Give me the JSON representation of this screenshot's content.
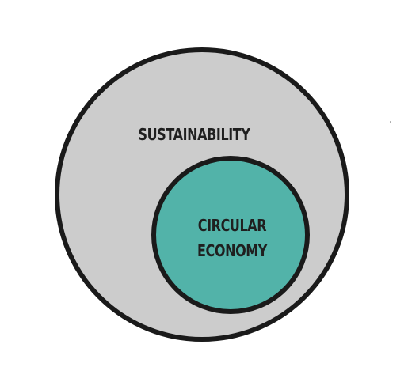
{
  "diagram": {
    "outer": {
      "label": "SUSTAINABILITY",
      "fill": "#cccccc"
    },
    "inner": {
      "label_lines": [
        "CIRCULAR",
        "ECONOMY"
      ],
      "fill": "#52b3a9"
    },
    "stroke": "#1a1a1a"
  }
}
